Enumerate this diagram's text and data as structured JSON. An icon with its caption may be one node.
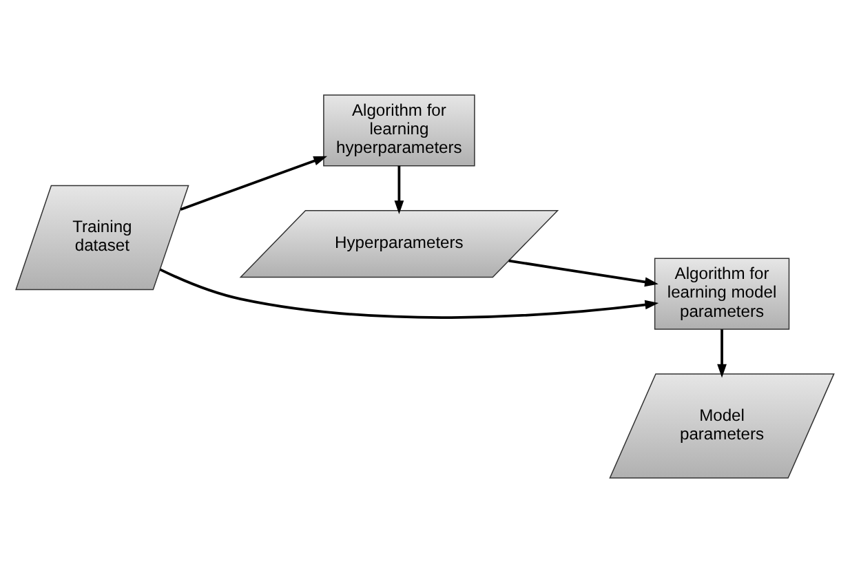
{
  "diagram": {
    "nodes": [
      {
        "text": [
          "Algorithm for learning hyperparameters"
        ]
      },
      {
        "text": [
          "Hyperparameters"
        ]
      },
      {
        "text": [
          "Training dataset"
        ]
      },
      {
        "text": [
          "Algorithm for learning model parameters"
        ]
      },
      {
        "text": [
          "Model parameters"
        ]
      }
    ],
    "edges": [
      {
        "from": 0,
        "to": 1,
        "arrow": "to"
      },
      {
        "from": 1,
        "to": 3,
        "arrow": "to"
      },
      {
        "from": 2,
        "to": 0,
        "arrow": "to"
      },
      {
        "from": 2,
        "to": 3,
        "arrow": "to"
      },
      {
        "from": 3,
        "to": 4,
        "arrow": "to"
      }
    ]
  }
}
